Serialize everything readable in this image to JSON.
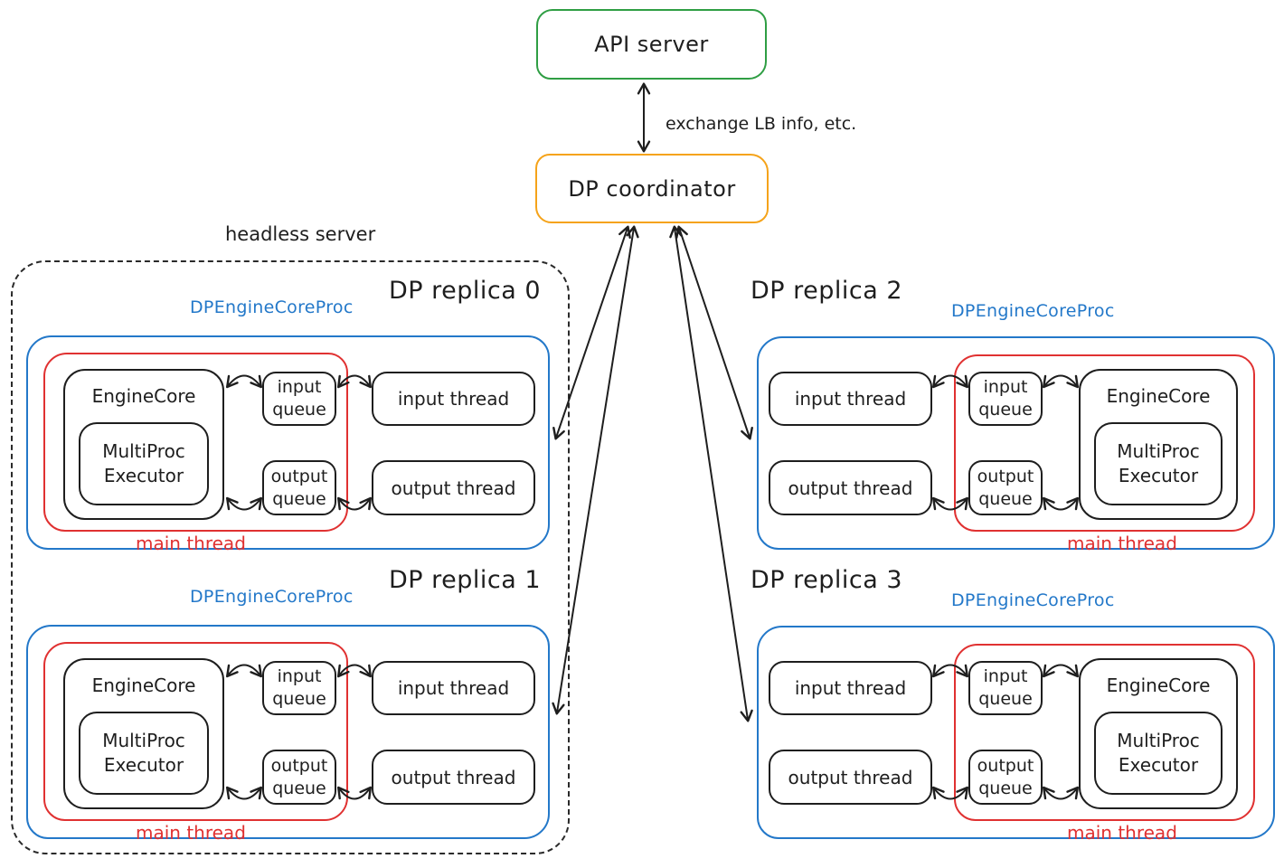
{
  "diagram": {
    "api_server": {
      "label": "API server"
    },
    "coordinator": {
      "label": "DP coordinator"
    },
    "exchange_label": "exchange LB info, etc.",
    "headless_label": "headless server",
    "proc_label": "DPEngineCoreProc",
    "labels": {
      "engine_core": "EngineCore",
      "multiproc_line1": "MultiProc",
      "multiproc_line2": "Executor",
      "input_queue_line1": "input",
      "input_queue_line2": "queue",
      "output_queue_line1": "output",
      "output_queue_line2": "queue",
      "input_thread": "input thread",
      "output_thread": "output thread",
      "main_thread": "main thread"
    },
    "replicas": [
      {
        "title": "DP replica 0"
      },
      {
        "title": "DP replica 1"
      },
      {
        "title": "DP replica 2"
      },
      {
        "title": "DP replica 3"
      }
    ],
    "colors": {
      "green": "#2f9e44",
      "orange": "#f5a31a",
      "blue": "#2378c9",
      "red": "#e03131",
      "ink": "#1e1e1e"
    }
  }
}
